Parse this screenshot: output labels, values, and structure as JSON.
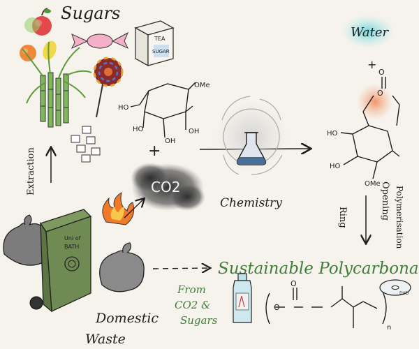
{
  "labels": {
    "sugars": "Sugars",
    "tea": "TEA",
    "sugar_box": "SUGAR",
    "water": "Water",
    "plus_top": "+",
    "plus_mid": "+",
    "co2": "CO2",
    "chemistry": "Chemistry",
    "extraction": "Extraction",
    "ring": "Ring",
    "opening": "Opening",
    "polymerisation": "Polymerisation",
    "sustainable": "Sustainable Polycarbonates",
    "from_line1": "From",
    "from_line2": "CO2 &",
    "from_line3": "Sugars",
    "domestic": "Domestic",
    "waste": "Waste",
    "bin_line1": "Uni of",
    "bin_line2": "BATH",
    "ho_1": "HO",
    "ho_2": "HO",
    "oh_1": "OH",
    "oh_2": "OH",
    "ome_1": "OMe",
    "ho_3": "HO",
    "ho_4": "HO",
    "ome_2": "OMe",
    "o_1": "O",
    "o_2": "O",
    "o_3": "O",
    "o_4": "O",
    "n_sub": "n",
    "dvd": "DVD"
  },
  "colors": {
    "orange_glow": "#f09a72",
    "cyan_glow": "#7fd8e0",
    "smoke": "#3a3a3a",
    "bin_green": "#6f8a52",
    "green_text": "#3f7d3a",
    "flame": "#f07a2a",
    "flask_liquid": "#4a6f96"
  }
}
